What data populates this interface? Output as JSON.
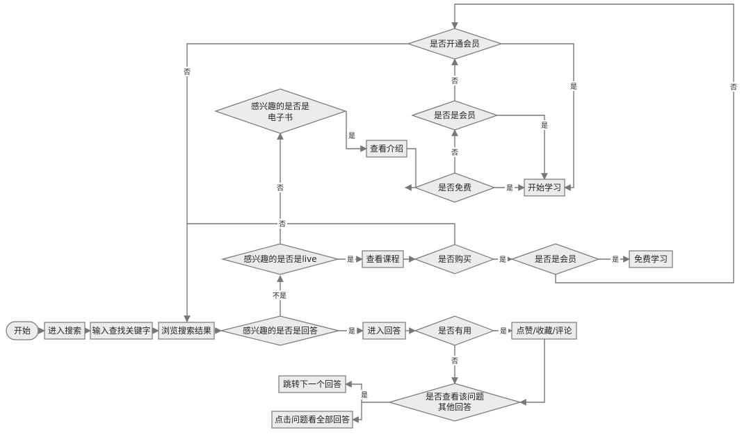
{
  "nodes": {
    "start": "开始",
    "enter_search": "进入搜索",
    "input_keyword": "输入查找关键字",
    "browse_results": "浏览搜索结果",
    "is_answer": "感兴趣的是否是回答",
    "enter_answer": "进入回答",
    "is_useful": "是否有用",
    "like_collect_comment": "点赞/收藏/评论",
    "view_other_answers_line1": "是否查看该问题",
    "view_other_answers_line2": "其他回答",
    "jump_next_answer": "跳转下一个回答",
    "click_view_all": "点击问题看全部回答",
    "is_live": "感兴趣的是否是live",
    "view_course": "查看课程",
    "is_purchased": "是否购买",
    "is_member_live": "是否是会员",
    "free_learning": "免费学习",
    "is_ebook_line1": "感兴趣的是否是",
    "is_ebook_line2": "电子书",
    "view_intro": "查看介绍",
    "is_free": "是否免费",
    "is_member_book": "是否是会员",
    "open_membership": "是否开通会员",
    "start_learning": "开始学习"
  },
  "edge_labels": {
    "answer_yes": "是",
    "useful_yes": "是",
    "useful_no": "否",
    "other_yes": "是",
    "not_answer": "不是",
    "live_yes": "是",
    "purchase_yes": "是",
    "member_live_yes": "是",
    "live_no": "否",
    "purchase_no": "否",
    "ebook_yes": "是",
    "free_yes": "是",
    "free_no": "否",
    "member_book_yes": "是",
    "member_book_no": "否",
    "open_yes": "是",
    "open_no": "否",
    "member_live_no": "否"
  },
  "colors": {
    "node_fill": "#ececec",
    "stroke": "#777777",
    "text": "#222222",
    "background": "#ffffff"
  }
}
